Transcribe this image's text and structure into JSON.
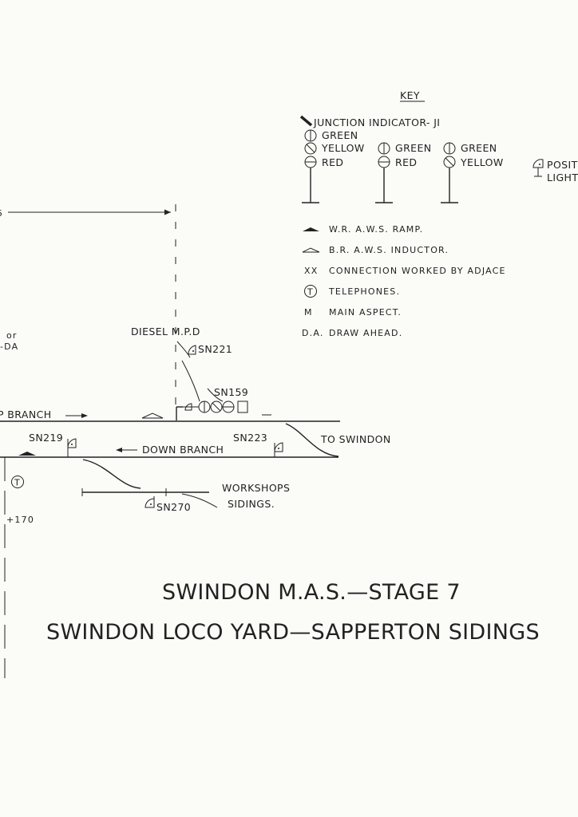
{
  "key": {
    "heading": "KEY",
    "junction_indicator": "JUNCTION INDICATOR- JI",
    "signal_a": {
      "top": "GREEN",
      "mid": "YELLOW",
      "bottom": "RED"
    },
    "signal_b": {
      "top": "GREEN",
      "bottom": "RED"
    },
    "signal_c": {
      "top": "GREEN",
      "bottom": "YELLOW"
    },
    "position_light": {
      "line1": "POSIT",
      "line2": "LIGHT"
    },
    "legend": [
      "W.R. A.W.S. RAMP.",
      "B.R. A.W.S. INDUCTOR.",
      "CONNECTION WORKED BY ADJACE",
      "TELEPHONES.",
      "MAIN ASPECT.",
      "DRAW AHEAD."
    ],
    "legend_marks": [
      "",
      "",
      "XX",
      "T",
      "M",
      "D.A."
    ]
  },
  "diagram": {
    "left_fragment_a": "or",
    "left_fragment_b": "-DA",
    "diesel_mpd": "DIESEL M.P.D",
    "sn221": "SN221",
    "sn159": "SN159",
    "up_branch": "P BRANCH",
    "sn219": "SN219",
    "sn223": "SN223",
    "to_swindon": "TO SWINDON",
    "down_branch": "DOWN BRANCH",
    "workshops": "WORKSHOPS",
    "sidings": "SIDINGS.",
    "sn270": "SN270",
    "telephone_mark": "T",
    "mileage": "+170",
    "left_fragment_c": "5"
  },
  "titles": {
    "line1": "SWINDON M.A.S.—STAGE 7",
    "line2": "SWINDON LOCO YARD—SAPPERTON SIDINGS"
  }
}
